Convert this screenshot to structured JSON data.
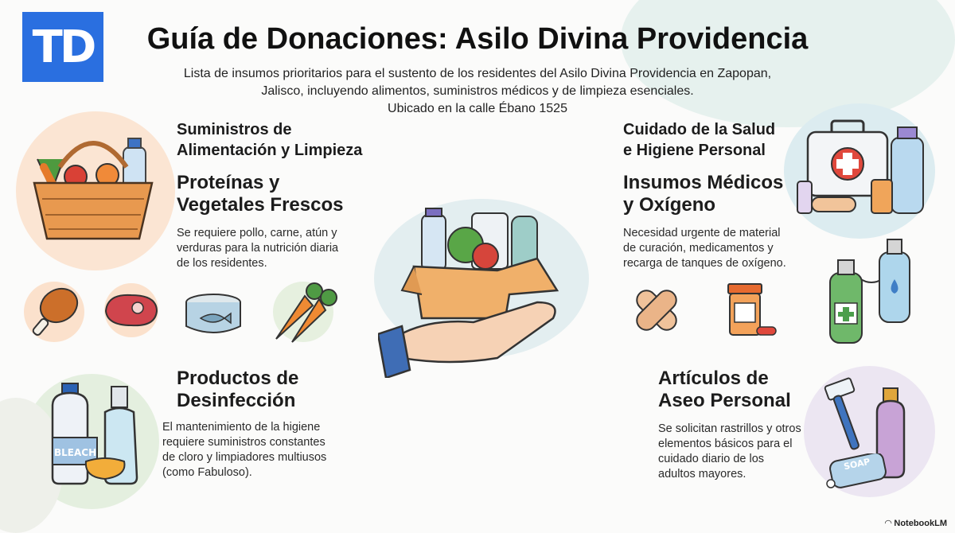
{
  "header": {
    "logo_text": "TD",
    "title": "Guía de Donaciones: Asilo Divina Providencia",
    "subtitle_line1": "Lista de insumos prioritarios para el sustento de los residentes del Asilo Divina Providencia en Zapopan,",
    "subtitle_line2": "Jalisco, incluyendo alimentos, suministros médicos y de limpieza esenciales.",
    "subtitle_line3": "Ubicado en la calle Ébano 1525"
  },
  "sections": {
    "food": {
      "category_line1": "Suministros de",
      "category_line2": "Alimentación y Limpieza",
      "title_line1": "Proteínas y",
      "title_line2": "Vegetales Frescos",
      "desc_line1": "Se requiere pollo, carne, atún y",
      "desc_line2": "verduras para la nutrición diaria",
      "desc_line3": "de los residentes."
    },
    "health": {
      "category_line1": "Cuidado de la Salud",
      "category_line2": "e Higiene Personal",
      "title_line1": "Insumos Médicos",
      "title_line2": "y Oxígeno",
      "desc_line1": "Necesidad urgente de material",
      "desc_line2": "de curación, medicamentos y",
      "desc_line3": "recarga de tanques de oxígeno."
    },
    "disinfection": {
      "title_line1": "Productos de",
      "title_line2": "Desinfección",
      "desc_line1": "El mantenimiento de la higiene",
      "desc_line2": "requiere suministros constantes",
      "desc_line3": "de cloro y limpiadores multiusos",
      "desc_line4": "(como Fabuloso)."
    },
    "hygiene": {
      "title_line1": "Artículos de",
      "title_line2": "Aseo Personal",
      "desc_line1": "Se solicitan rastrillos y otros",
      "desc_line2": "elementos básicos para el",
      "desc_line3": "cuidado diario de los",
      "desc_line4": "adultos mayores."
    }
  },
  "labels": {
    "bleach": "BLEACH",
    "soap": "SOAP"
  },
  "footer": {
    "brand": "NotebookLM"
  },
  "icons": [
    "grocery-basket-icon",
    "chicken-leg-icon",
    "steak-icon",
    "tuna-can-icon",
    "carrots-icon",
    "donation-box-hand-icon",
    "first-aid-kit-icon",
    "bandage-icon",
    "pill-bottle-icon",
    "oxygen-tank-icon",
    "bleach-bottle-icon",
    "spray-bottle-icon",
    "sponge-icon",
    "razor-icon",
    "soap-bar-icon",
    "shampoo-bottle-icon"
  ],
  "colors": {
    "logo_bg": "#2a6fe0",
    "accent_orange": "#f3a765",
    "accent_red": "#e0483c",
    "accent_teal": "#8fcad6"
  }
}
